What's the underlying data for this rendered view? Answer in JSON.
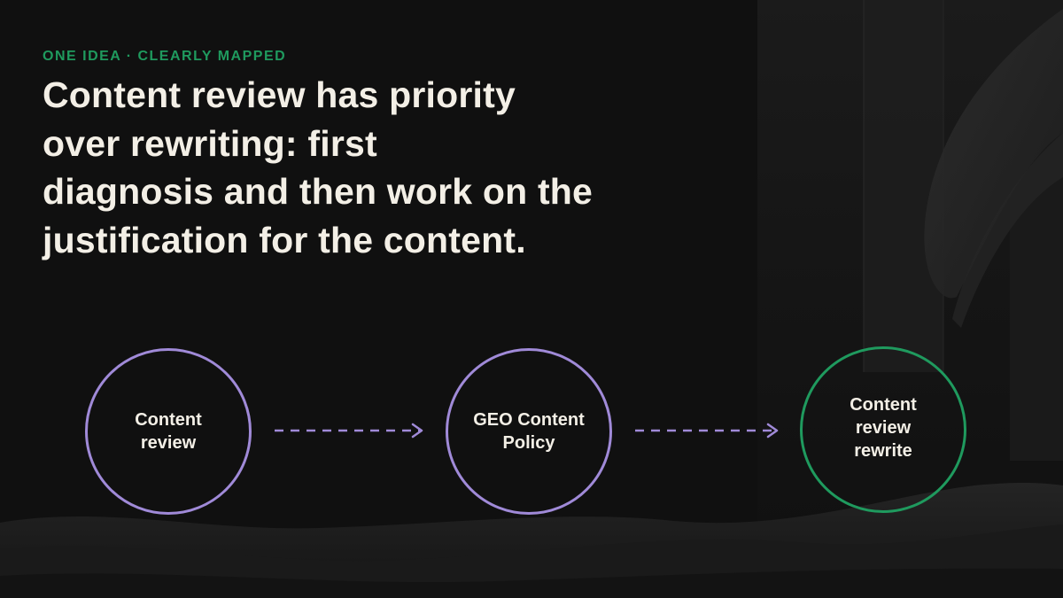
{
  "colors": {
    "background": "#101010",
    "accent_green": "#1f9a5e",
    "accent_purple": "#a08ad8",
    "headline_text": "#f3efe6",
    "node_text": "#f3efe6"
  },
  "header": {
    "eyebrow": "ONE IDEA · CLEARLY MAPPED",
    "headline_lines": [
      "Content review has priority",
      "over rewriting: first",
      "diagnosis and then work on the",
      "justification for the content."
    ]
  },
  "diagram": {
    "nodes": [
      {
        "label": "Content\nreview",
        "style": "purple"
      },
      {
        "label": "GEO Content\nPolicy",
        "style": "purple"
      },
      {
        "label": "Content\nreview\nrewrite",
        "style": "green"
      }
    ],
    "edges": [
      {
        "from": 0,
        "to": 1,
        "style": "dashed-arrow"
      },
      {
        "from": 1,
        "to": 2,
        "style": "dashed-arrow"
      }
    ]
  }
}
